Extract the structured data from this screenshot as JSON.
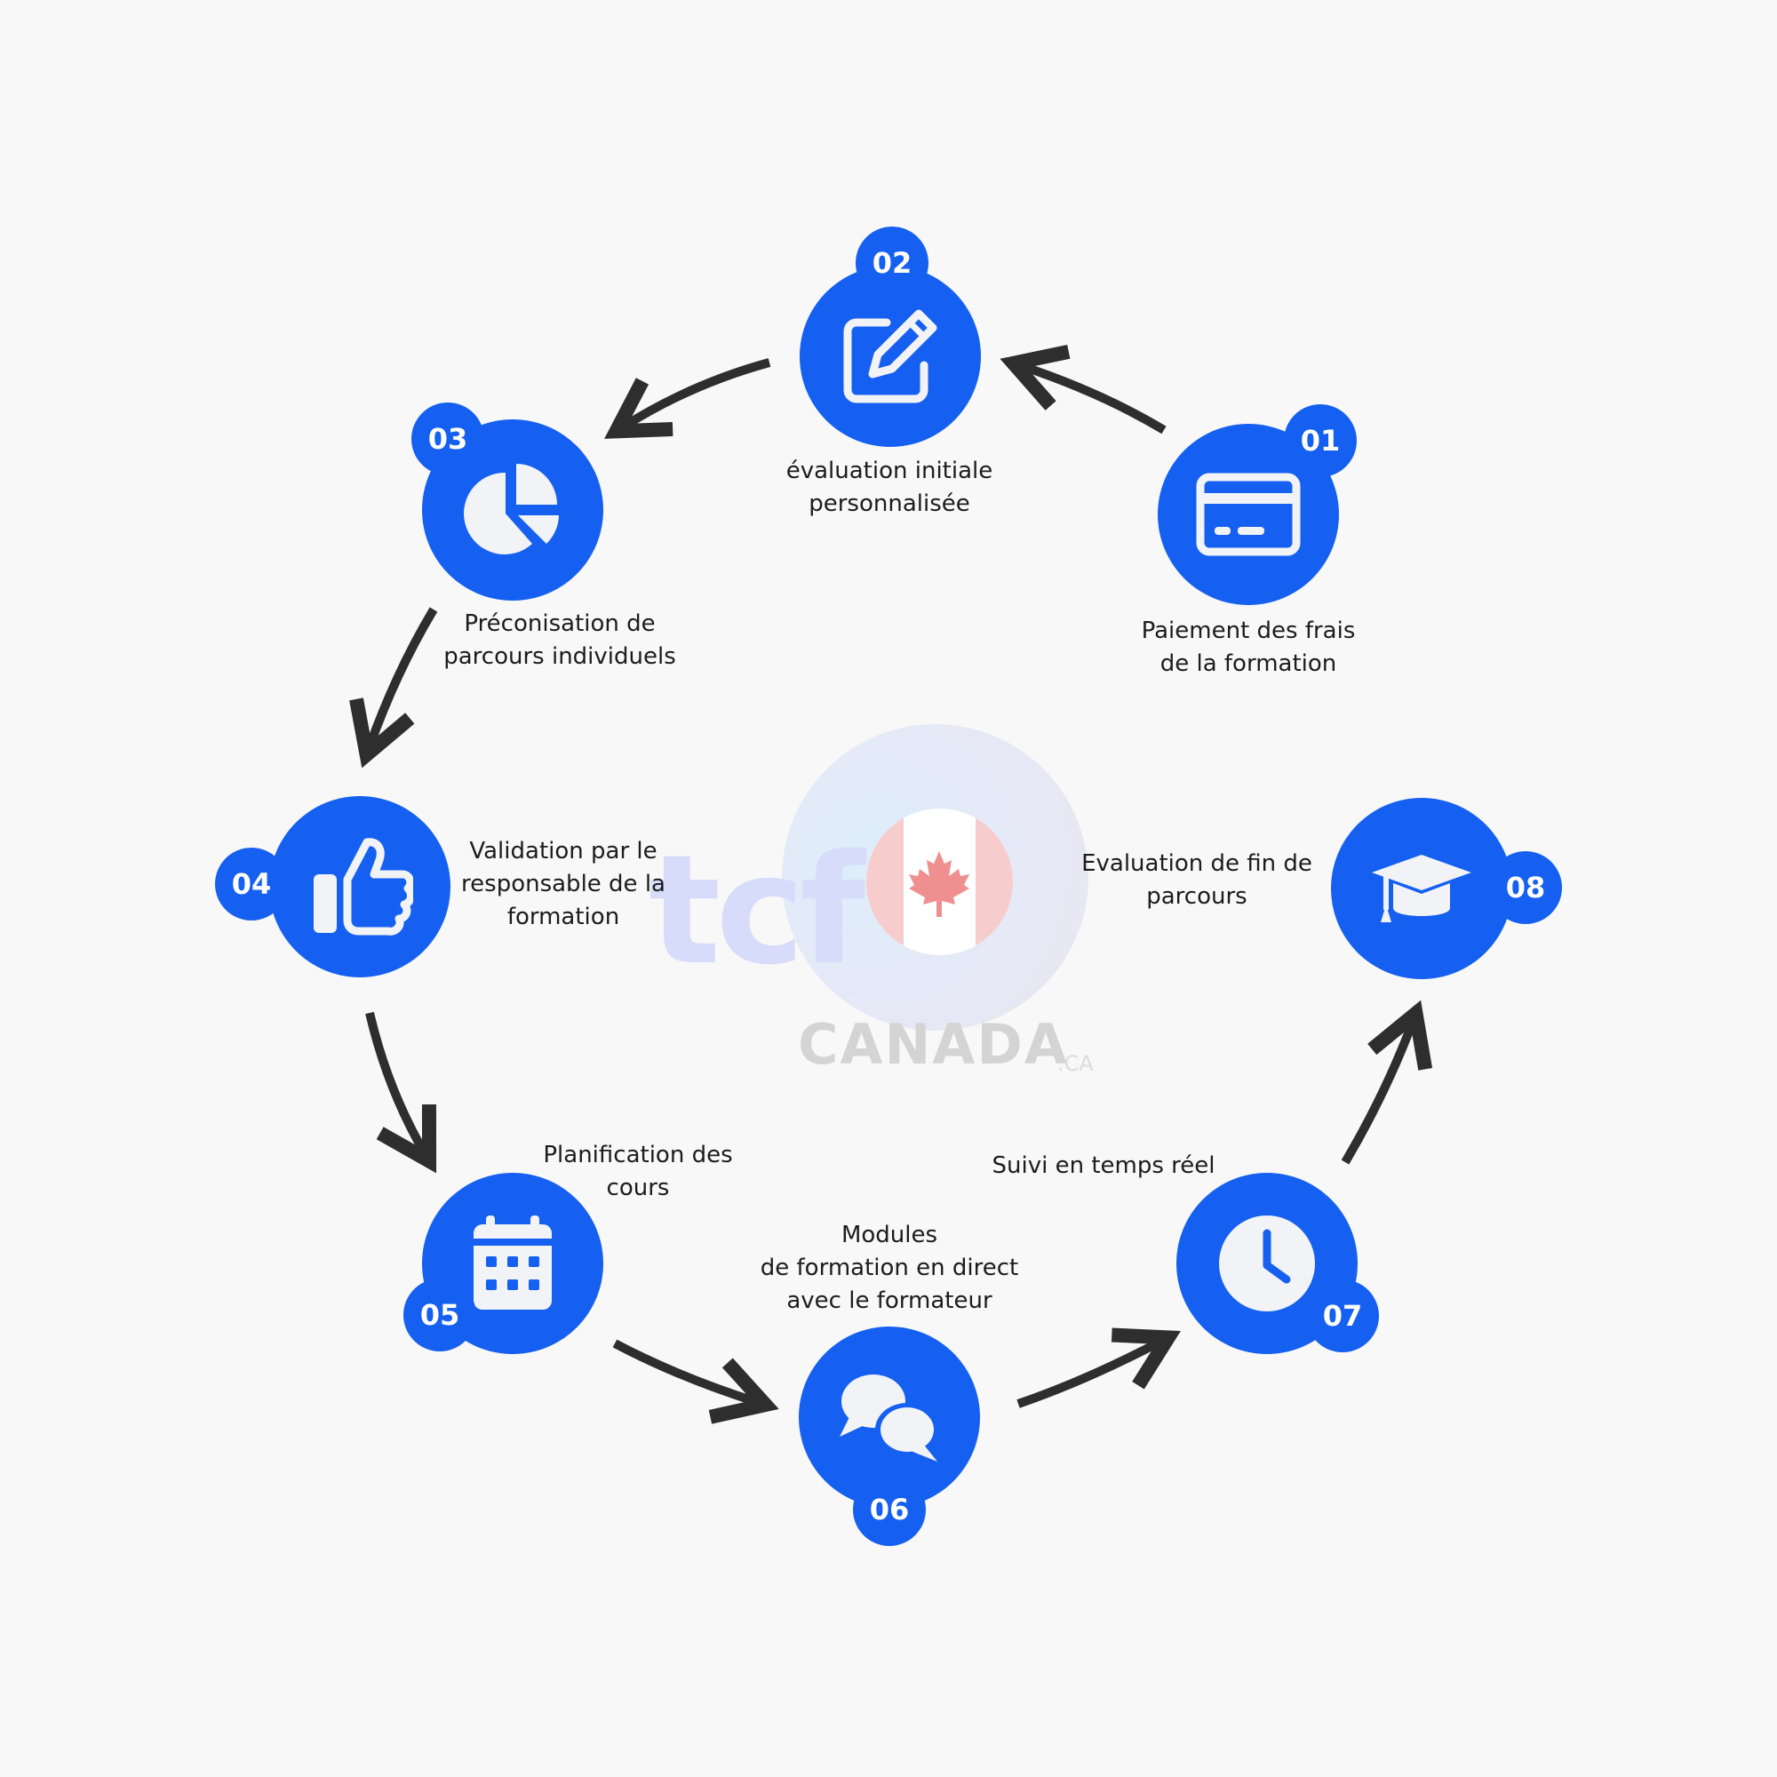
{
  "brand": {
    "logo_text": "tcf",
    "logo_country": "CANADA",
    "logo_suffix": ".CA"
  },
  "colors": {
    "accent": "#1560f0",
    "icon_fill": "#f2f3f7",
    "arrow": "#2e2e2e"
  },
  "steps": [
    {
      "number": "01",
      "label": "Paiement des frais\nde la formation",
      "icon": "credit-card-icon"
    },
    {
      "number": "02",
      "label": "évaluation initiale\npersonnalisée",
      "icon": "edit-pencil-icon"
    },
    {
      "number": "03",
      "label": "Préconisation de\nparcours individuels",
      "icon": "pie-chart-icon"
    },
    {
      "number": "04",
      "label": "Validation par le\nresponsable de la\nformation",
      "icon": "thumbs-up-icon"
    },
    {
      "number": "05",
      "label": "Planification des\ncours",
      "icon": "calendar-icon"
    },
    {
      "number": "06",
      "label": "Modules\nde formation en direct\navec le formateur",
      "icon": "chat-bubbles-icon"
    },
    {
      "number": "07",
      "label": "Suivi en temps réel",
      "icon": "clock-icon"
    },
    {
      "number": "08",
      "label": "Evaluation de fin de\nparcours",
      "icon": "graduation-cap-icon"
    }
  ]
}
